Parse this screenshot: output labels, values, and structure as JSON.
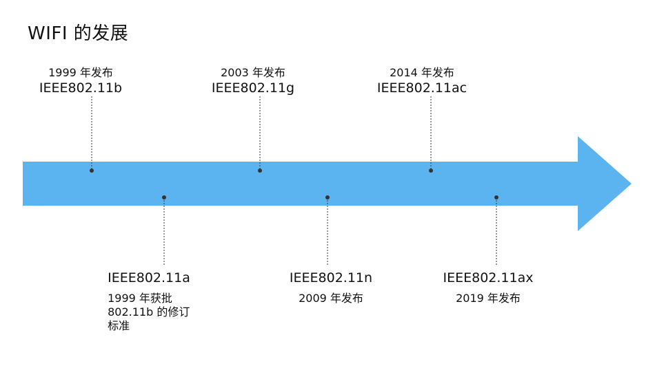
{
  "title": "WIFI 的发展",
  "colors": {
    "arrow": "#5bb4f0",
    "marker": "#333333"
  },
  "events": [
    {
      "id": "b",
      "position": "above",
      "year_text": "1999 年发布",
      "standard": "IEEE802.11b"
    },
    {
      "id": "a",
      "position": "below",
      "standard": "IEEE802.11a",
      "year_text": "1999 年获批",
      "note_lines": [
        "802.11b 的修订",
        "标准"
      ]
    },
    {
      "id": "g",
      "position": "above",
      "year_text": "2003 年发布",
      "standard": "IEEE802.11g"
    },
    {
      "id": "n",
      "position": "below",
      "standard": "IEEE802.11n",
      "year_text": "2009 年发布"
    },
    {
      "id": "ac",
      "position": "above",
      "year_text": "2014 年发布",
      "standard": "IEEE802.11ac"
    },
    {
      "id": "ax",
      "position": "below",
      "standard": "IEEE802.11ax",
      "year_text": "2019 年发布"
    }
  ]
}
